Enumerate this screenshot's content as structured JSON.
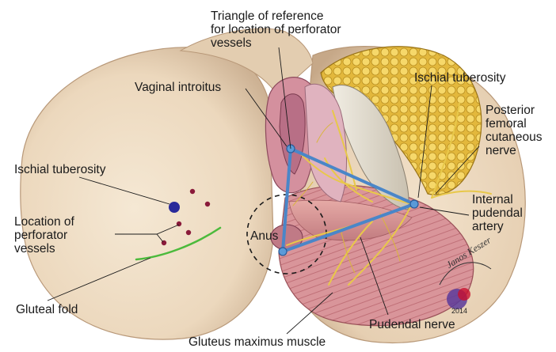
{
  "labels": {
    "triangle": [
      "Triangle of reference",
      "for location of perforator",
      "vessels"
    ],
    "vaginal_introitus": "Vaginal introitus",
    "ischial_tuberosity_right": "Ischial tuberosity",
    "posterior_femoral": [
      "Posterior",
      "femoral",
      "cutaneous",
      "nerve"
    ],
    "ischial_tuberosity_left": "Ischial tuberosity",
    "internal_pudendal": [
      "Internal",
      "pudendal",
      "artery"
    ],
    "location_perforators": [
      "Location of",
      "perforator",
      "vessels"
    ],
    "anus": "Anus",
    "gluteal_fold": "Gluteal fold",
    "pudendal_nerve": "Pudendal nerve",
    "gluteus_maximus": "Gluteus maximus muscle"
  },
  "signature": {
    "name": "Janos Keszer",
    "year": "2014"
  },
  "colors": {
    "skin": "#f0dfc8",
    "skin_shadow": "#d8bfa4",
    "fat": "#e8c14a",
    "fat_dark": "#b8901f",
    "muscle": "#d99a9a",
    "muscle_dark": "#b86a6e",
    "mucosa": "#c98aa0",
    "nerve": "#e8c84a",
    "triangle_blue": "#4a86c8",
    "tuberosity_dot": "#2a2a9a",
    "perforator_dot": "#8a1a3a",
    "gluteal_fold_line": "#4cba3c"
  }
}
